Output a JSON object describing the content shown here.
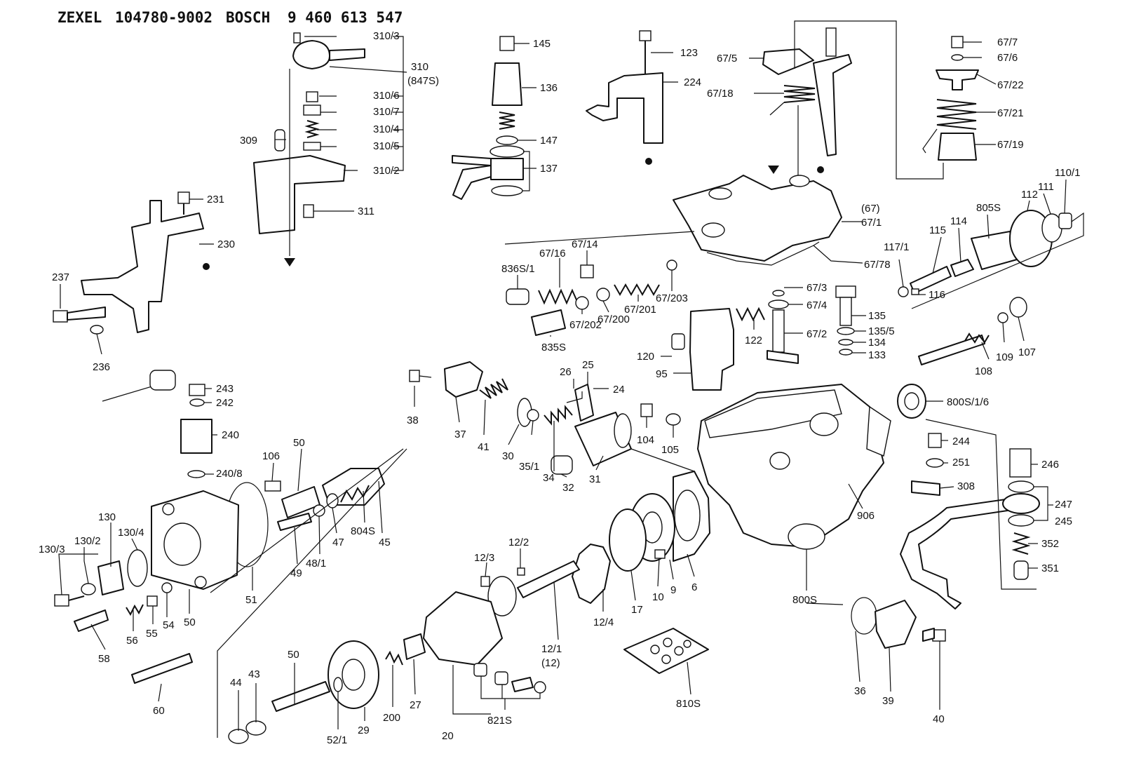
{
  "title": {
    "brand1": "ZEXEL",
    "code1": "104780-9002",
    "brand2": "BOSCH",
    "code2": "9 460 613 547"
  },
  "labels": {
    "l310_3": "310/3",
    "l310": "310",
    "l847S": "(847S)",
    "l310_6": "310/6",
    "l310_7": "310/7",
    "l310_4": "310/4",
    "l309": "309",
    "l310_5": "310/5",
    "l310_2": "310/2",
    "l311": "311",
    "l145": "145",
    "l136": "136",
    "l147": "147",
    "l137": "137",
    "l123": "123",
    "l224": "224",
    "l67_5": "67/5",
    "l67_18": "67/18",
    "l67_7": "67/7",
    "l67_6": "67/6",
    "l67_22": "67/22",
    "l67_21": "67/21",
    "l67_19": "67/19",
    "l67p": "(67)",
    "l67_1": "67/1",
    "l67_78": "67/78",
    "l231": "231",
    "l230": "230",
    "l237": "237",
    "l236": "236",
    "l836S_1": "836S/1",
    "l67_16": "67/16",
    "l67_14": "67/14",
    "l835S": "835S",
    "l67_202": "67/202",
    "l67_200": "67/200",
    "l67_201": "67/201",
    "l67_203": "67/203",
    "l67_3": "67/3",
    "l67_4": "67/4",
    "l122": "122",
    "l67_2": "67/2",
    "l120": "120",
    "l95": "95",
    "l135": "135",
    "l135_5": "135/5",
    "l134": "134",
    "l133": "133",
    "l117_1": "117/1",
    "l115": "115",
    "l114": "114",
    "l805S": "805S",
    "l112": "112",
    "l111": "111",
    "l110_1": "110/1",
    "l116": "116",
    "l108": "108",
    "l109": "109",
    "l107": "107",
    "l243": "243",
    "l242": "242",
    "l240": "240",
    "l240_8": "240/8",
    "l38": "38",
    "l37": "37",
    "l41": "41",
    "l30": "30",
    "l35_1": "35/1",
    "l34": "34",
    "l32": "32",
    "l31": "31",
    "l26": "26",
    "l25": "25",
    "l24": "24",
    "l104": "104",
    "l105": "105",
    "l800S_1_6": "800S/1/6",
    "l244": "244",
    "l251": "251",
    "l308": "308",
    "l246": "246",
    "l247": "247",
    "l245": "245",
    "l352": "352",
    "l351": "351",
    "l906": "906",
    "l800S": "800S",
    "l106": "106",
    "l50a": "50",
    "l130": "130",
    "l130_4": "130/4",
    "l130_2": "130/2",
    "l130_3": "130/3",
    "l51": "51",
    "l49": "49",
    "l48_1": "48/1",
    "l47": "47",
    "l804S": "804S",
    "l45": "45",
    "l54": "54",
    "l55": "55",
    "l56": "56",
    "l58": "58",
    "l50b": "50",
    "l60": "60",
    "l12_2": "12/2",
    "l12_3": "12/3",
    "l12_1": "12/1",
    "l12p": "(12)",
    "l12_4": "12/4",
    "l17": "17",
    "l10": "10",
    "l9": "9",
    "l6": "6",
    "l50c": "50",
    "l44": "44",
    "l43": "43",
    "l52_1": "52/1",
    "l29": "29",
    "l200": "200",
    "l27": "27",
    "l20": "20",
    "l821S": "821S",
    "l810S": "810S",
    "l36": "36",
    "l39": "39",
    "l40": "40"
  }
}
